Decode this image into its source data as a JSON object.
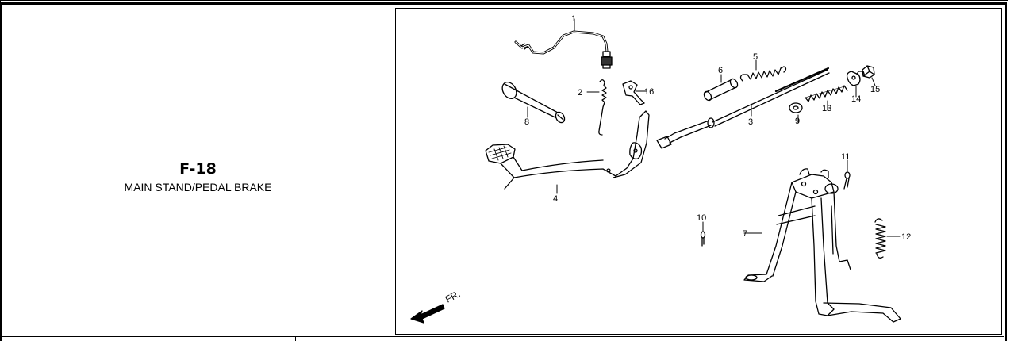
{
  "section": {
    "code": "F-18",
    "title": "MAIN STAND/PEDAL BRAKE"
  },
  "diagram": {
    "direction_label": "FR.",
    "callouts": [
      "1",
      "2",
      "3",
      "4",
      "5",
      "6",
      "7",
      "8",
      "9",
      "10",
      "11",
      "12",
      "13",
      "14",
      "15",
      "16"
    ]
  }
}
